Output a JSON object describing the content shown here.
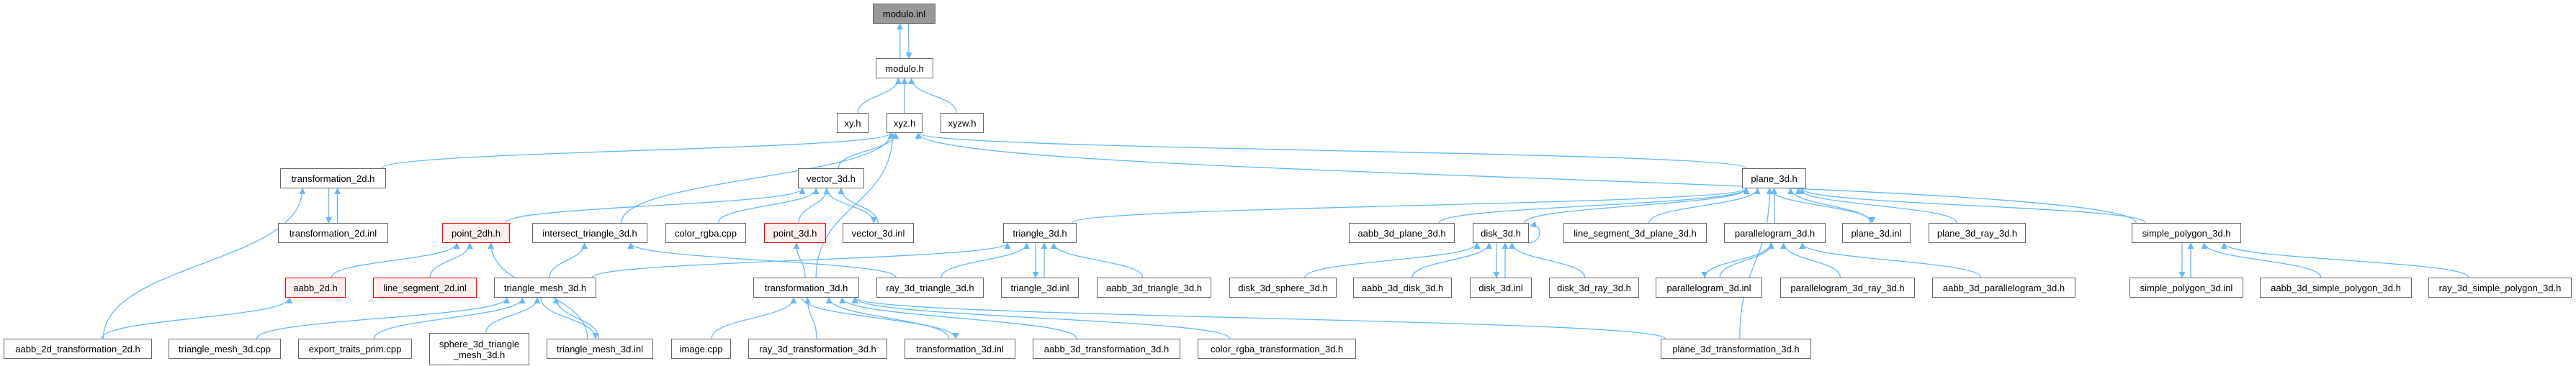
{
  "graph": {
    "edge_color": "#63b8ff",
    "nodes": [
      {
        "label": "modulo.inl",
        "status": "current"
      },
      {
        "label": "modulo.h",
        "status": "normal"
      },
      {
        "label": "xy.h",
        "status": "normal"
      },
      {
        "label": "xyz.h",
        "status": "normal"
      },
      {
        "label": "xyzw.h",
        "status": "normal"
      },
      {
        "label": "transformation_2d.h",
        "status": "normal"
      },
      {
        "label": "vector_3d.h",
        "status": "normal"
      },
      {
        "label": "plane_3d.h",
        "status": "normal"
      },
      {
        "label": "transformation_2d.inl",
        "status": "normal"
      },
      {
        "label": "point_2dh.h",
        "status": "incomplete"
      },
      {
        "label": "intersect_triangle_3d.h",
        "status": "normal"
      },
      {
        "label": "color_rgba.cpp",
        "status": "normal"
      },
      {
        "label": "point_3d.h",
        "status": "incomplete"
      },
      {
        "label": "vector_3d.inl",
        "status": "normal"
      },
      {
        "label": "triangle_3d.h",
        "status": "normal"
      },
      {
        "label": "aabb_3d_plane_3d.h",
        "status": "normal"
      },
      {
        "label": "disk_3d.h",
        "status": "normal"
      },
      {
        "label": "line_segment_3d_plane_3d.h",
        "status": "normal"
      },
      {
        "label": "parallelogram_3d.h",
        "status": "normal"
      },
      {
        "label": "plane_3d.inl",
        "status": "normal"
      },
      {
        "label": "plane_3d_ray_3d.h",
        "status": "normal"
      },
      {
        "label": "simple_polygon_3d.h",
        "status": "normal"
      },
      {
        "label": "aabb_2d.h",
        "status": "incomplete"
      },
      {
        "label": "line_segment_2d.inl",
        "status": "incomplete"
      },
      {
        "label": "triangle_mesh_3d.h",
        "status": "normal"
      },
      {
        "label": "transformation_3d.h",
        "status": "normal"
      },
      {
        "label": "ray_3d_triangle_3d.h",
        "status": "normal"
      },
      {
        "label": "triangle_3d.inl",
        "status": "normal"
      },
      {
        "label": "aabb_3d_triangle_3d.h",
        "status": "normal"
      },
      {
        "label": "disk_3d_sphere_3d.h",
        "status": "normal"
      },
      {
        "label": "aabb_3d_disk_3d.h",
        "status": "normal"
      },
      {
        "label": "disk_3d.inl",
        "status": "normal"
      },
      {
        "label": "disk_3d_ray_3d.h",
        "status": "normal"
      },
      {
        "label": "parallelogram_3d.inl",
        "status": "normal"
      },
      {
        "label": "parallelogram_3d_ray_3d.h",
        "status": "normal"
      },
      {
        "label": "aabb_3d_parallelogram_3d.h",
        "status": "normal"
      },
      {
        "label": "simple_polygon_3d.inl",
        "status": "normal"
      },
      {
        "label": "aabb_3d_simple_polygon_3d.h",
        "status": "normal"
      },
      {
        "label": "ray_3d_simple_polygon_3d.h",
        "status": "normal"
      },
      {
        "label": "aabb_2d_transformation_2d.h",
        "status": "normal"
      },
      {
        "label": "triangle_mesh_3d.cpp",
        "status": "normal"
      },
      {
        "label": "export_traits_prim.cpp",
        "status": "normal"
      },
      {
        "label": "sphere_3d_triangle_mesh_3d.h",
        "lines": [
          "sphere_3d_triangle",
          "_mesh_3d.h"
        ],
        "status": "normal"
      },
      {
        "label": "triangle_mesh_3d.inl",
        "status": "normal"
      },
      {
        "label": "image.cpp",
        "status": "normal"
      },
      {
        "label": "ray_3d_transformation_3d.h",
        "status": "normal"
      },
      {
        "label": "transformation_3d.inl",
        "status": "normal"
      },
      {
        "label": "aabb_3d_transformation_3d.h",
        "status": "normal"
      },
      {
        "label": "color_rgba_transformation_3d.h",
        "status": "normal"
      },
      {
        "label": "plane_3d_transformation_3d.h",
        "status": "normal"
      }
    ],
    "edges": [
      [
        "modulo.h",
        "modulo.inl"
      ],
      [
        "modulo.inl",
        "modulo.h"
      ],
      [
        "xy.h",
        "modulo.h"
      ],
      [
        "xyz.h",
        "modulo.h"
      ],
      [
        "xyzw.h",
        "modulo.h"
      ],
      [
        "transformation_2d.h",
        "xyz.h"
      ],
      [
        "intersect_triangle_3d.h",
        "xyz.h"
      ],
      [
        "vector_3d.h",
        "xyz.h"
      ],
      [
        "transformation_3d.h",
        "xyz.h"
      ],
      [
        "plane_3d.h",
        "xyz.h"
      ],
      [
        "simple_polygon_3d.h",
        "xyz.h"
      ],
      [
        "transformation_2d.inl",
        "transformation_2d.h"
      ],
      [
        "transformation_2d.h",
        "transformation_2d.inl"
      ],
      [
        "aabb_2d_transformation_2d.h",
        "transformation_2d.h"
      ],
      [
        "aabb_2d_transformation_2d.h",
        "aabb_2d.h"
      ],
      [
        "point_2dh.h",
        "vector_3d.h"
      ],
      [
        "color_rgba.cpp",
        "vector_3d.h"
      ],
      [
        "point_3d.h",
        "vector_3d.h"
      ],
      [
        "vector_3d.inl",
        "vector_3d.h"
      ],
      [
        "vector_3d.h",
        "vector_3d.inl"
      ],
      [
        "aabb_2d.h",
        "point_2dh.h"
      ],
      [
        "line_segment_2d.inl",
        "point_2dh.h"
      ],
      [
        "triangle_mesh_3d.inl",
        "point_2dh.h"
      ],
      [
        "triangle_mesh_3d.h",
        "intersect_triangle_3d.h"
      ],
      [
        "ray_3d_triangle_3d.h",
        "intersect_triangle_3d.h"
      ],
      [
        "triangle_mesh_3d.h",
        "triangle_3d.h"
      ],
      [
        "triangle_mesh_3d.cpp",
        "triangle_mesh_3d.h"
      ],
      [
        "export_traits_prim.cpp",
        "triangle_mesh_3d.h"
      ],
      [
        "sphere_3d_triangle_mesh_3d.h",
        "triangle_mesh_3d.h"
      ],
      [
        "triangle_mesh_3d.inl",
        "triangle_mesh_3d.h"
      ],
      [
        "triangle_mesh_3d.h",
        "triangle_mesh_3d.inl"
      ],
      [
        "transformation_3d.h",
        "point_3d.h"
      ],
      [
        "triangle_3d.h",
        "plane_3d.h"
      ],
      [
        "ray_3d_triangle_3d.h",
        "triangle_3d.h"
      ],
      [
        "triangle_3d.inl",
        "triangle_3d.h"
      ],
      [
        "triangle_3d.h",
        "triangle_3d.inl"
      ],
      [
        "aabb_3d_triangle_3d.h",
        "triangle_3d.h"
      ],
      [
        "image.cpp",
        "transformation_3d.h"
      ],
      [
        "ray_3d_transformation_3d.h",
        "transformation_3d.h"
      ],
      [
        "transformation_3d.inl",
        "transformation_3d.h"
      ],
      [
        "transformation_3d.h",
        "transformation_3d.inl"
      ],
      [
        "aabb_3d_transformation_3d.h",
        "transformation_3d.h"
      ],
      [
        "color_rgba_transformation_3d.h",
        "transformation_3d.h"
      ],
      [
        "plane_3d_transformation_3d.h",
        "transformation_3d.h"
      ],
      [
        "plane_3d_transformation_3d.h",
        "plane_3d.h"
      ],
      [
        "aabb_3d_plane_3d.h",
        "plane_3d.h"
      ],
      [
        "disk_3d.h",
        "plane_3d.h"
      ],
      [
        "line_segment_3d_plane_3d.h",
        "plane_3d.h"
      ],
      [
        "parallelogram_3d.h",
        "plane_3d.h"
      ],
      [
        "plane_3d.inl",
        "plane_3d.h"
      ],
      [
        "plane_3d.h",
        "plane_3d.inl"
      ],
      [
        "plane_3d_ray_3d.h",
        "plane_3d.h"
      ],
      [
        "simple_polygon_3d.h",
        "plane_3d.h"
      ],
      [
        "disk_3d.h",
        "disk_3d.h"
      ],
      [
        "disk_3d_sphere_3d.h",
        "disk_3d.h"
      ],
      [
        "aabb_3d_disk_3d.h",
        "disk_3d.h"
      ],
      [
        "disk_3d.inl",
        "disk_3d.h"
      ],
      [
        "disk_3d.h",
        "disk_3d.inl"
      ],
      [
        "disk_3d_ray_3d.h",
        "disk_3d.h"
      ],
      [
        "parallelogram_3d.inl",
        "parallelogram_3d.h"
      ],
      [
        "parallelogram_3d.h",
        "parallelogram_3d.inl"
      ],
      [
        "parallelogram_3d_ray_3d.h",
        "parallelogram_3d.h"
      ],
      [
        "aabb_3d_parallelogram_3d.h",
        "parallelogram_3d.h"
      ],
      [
        "simple_polygon_3d.inl",
        "simple_polygon_3d.h"
      ],
      [
        "simple_polygon_3d.h",
        "simple_polygon_3d.inl"
      ],
      [
        "aabb_3d_simple_polygon_3d.h",
        "simple_polygon_3d.h"
      ],
      [
        "ray_3d_simple_polygon_3d.h",
        "simple_polygon_3d.h"
      ]
    ]
  }
}
